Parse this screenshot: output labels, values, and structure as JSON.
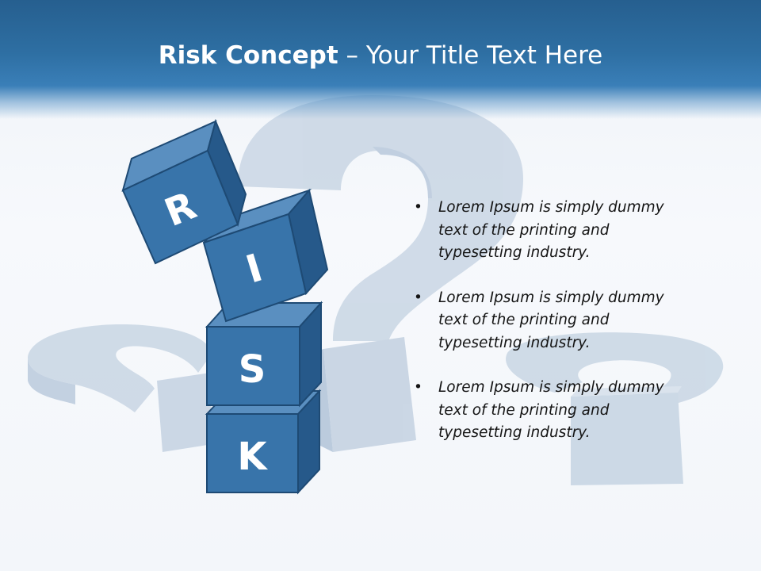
{
  "slide": {
    "title_bold": "Risk Concept",
    "title_rest": "– Your Title Text Here"
  },
  "blocks": [
    {
      "letter": "R"
    },
    {
      "letter": "I"
    },
    {
      "letter": "S"
    },
    {
      "letter": "K"
    }
  ],
  "bullets": [
    {
      "text": "Lorem Ipsum is simply dummy text of the printing and typesetting industry."
    },
    {
      "text": "Lorem Ipsum is simply dummy text of the printing and typesetting industry."
    },
    {
      "text": "Lorem Ipsum is simply dummy text of the printing and typesetting industry."
    }
  ],
  "colors": {
    "header": "#2e6fa3",
    "block_front": "#3874aa",
    "block_top": "#5a8fc0",
    "block_side": "#26598a",
    "block_edge": "#1e4a74",
    "text": "#141414"
  },
  "icons": {
    "background": "question-mark-icon"
  }
}
